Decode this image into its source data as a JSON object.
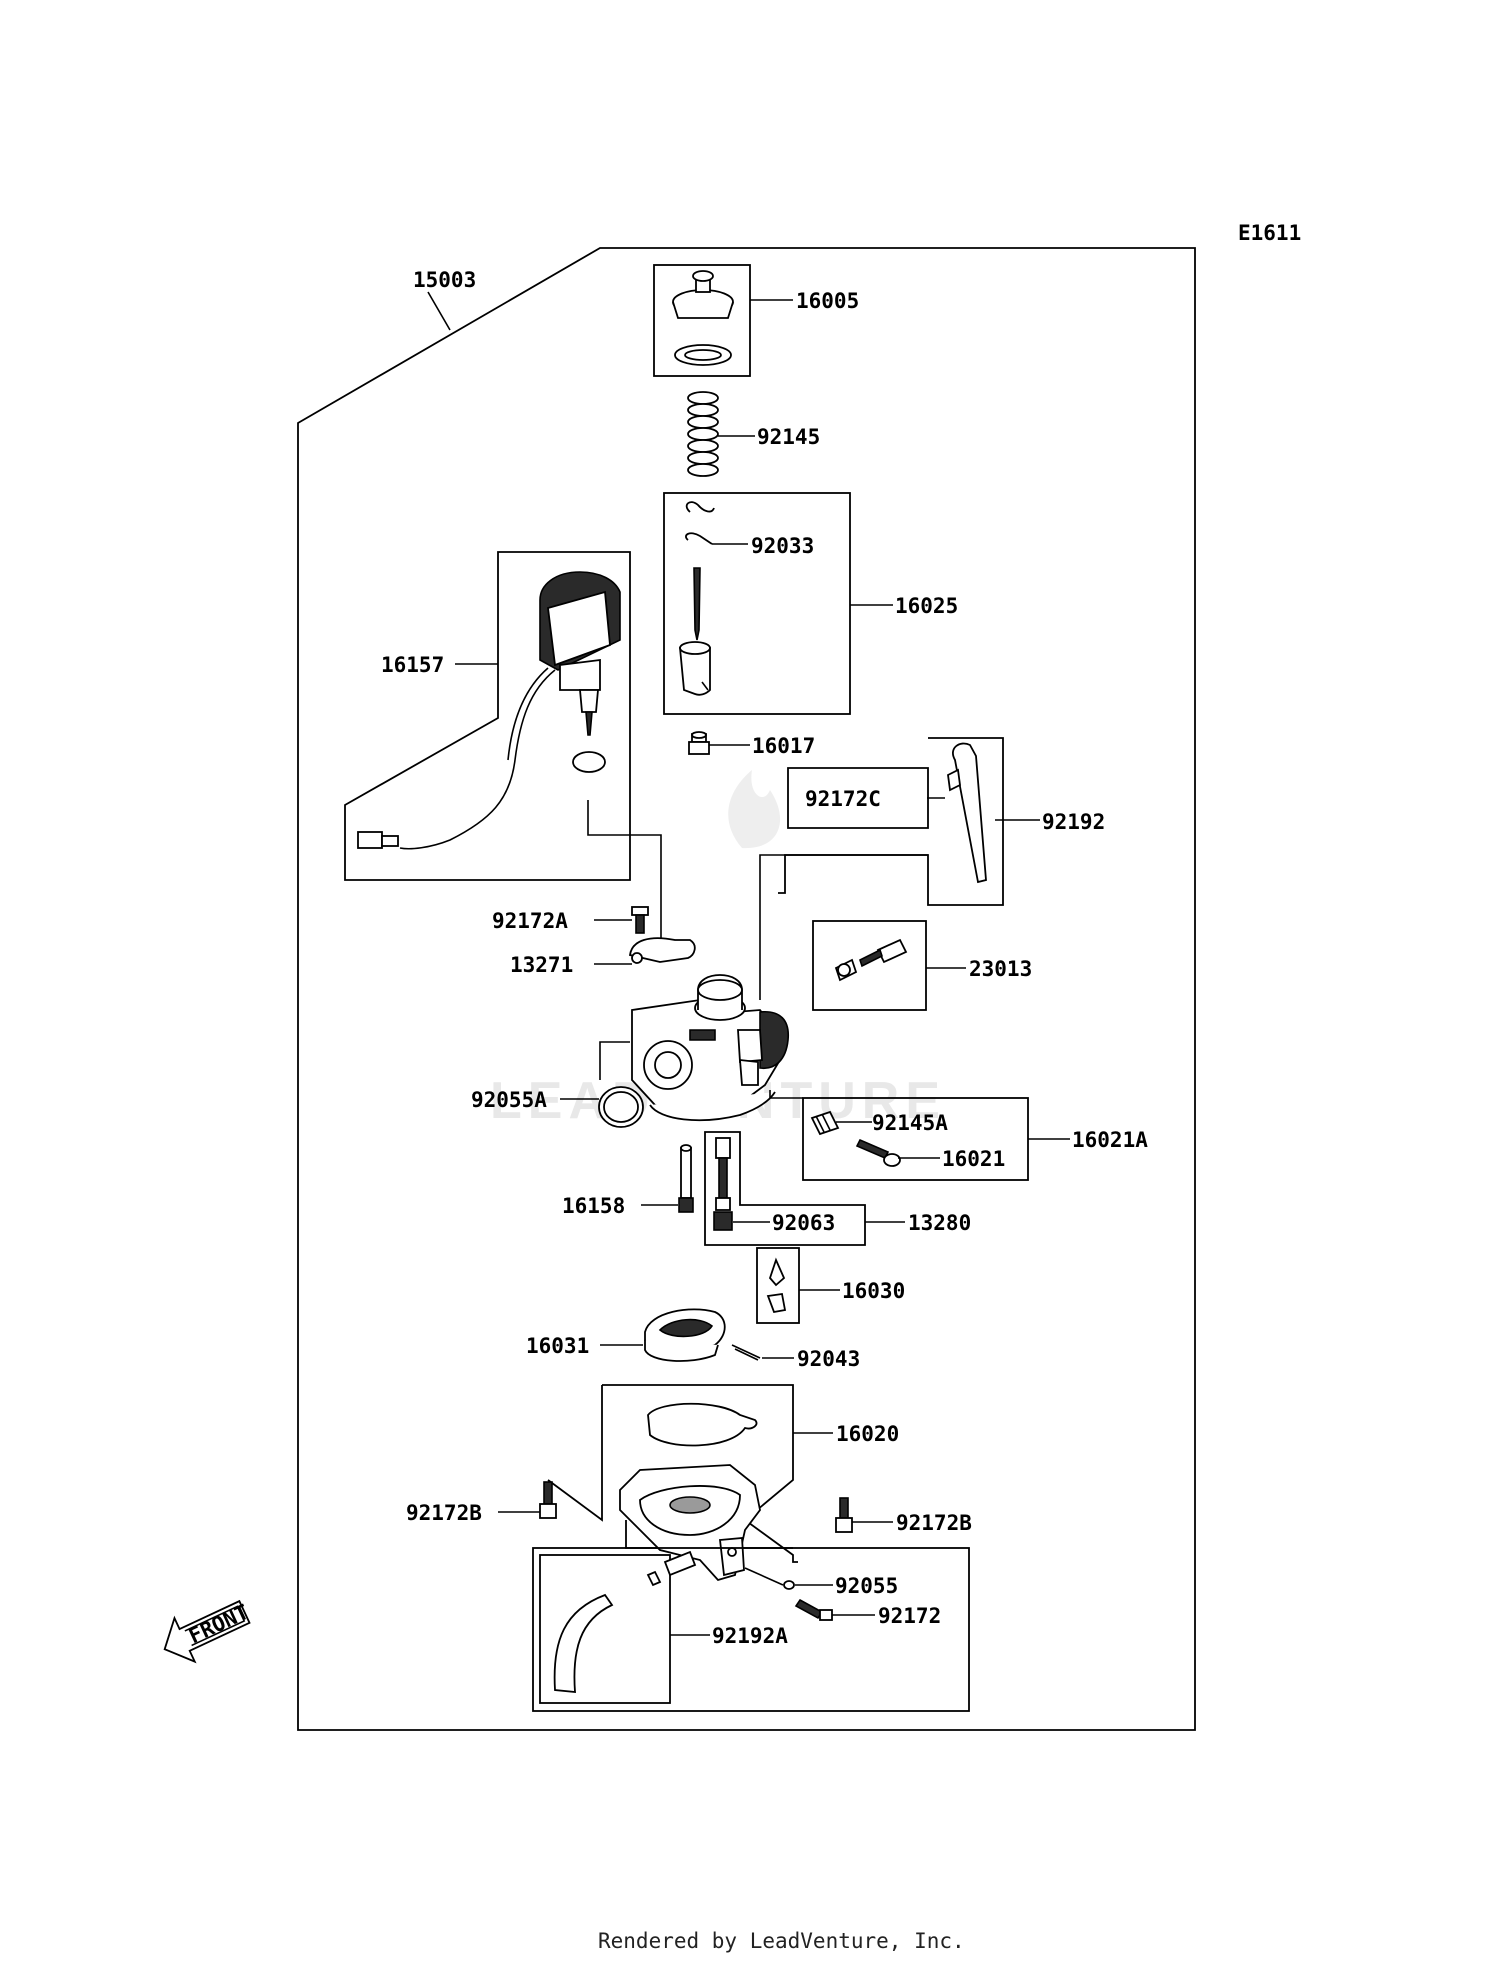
{
  "diagram_code": "E1611",
  "footer": "Rendered by LeadVenture, Inc.",
  "watermark": "LEADVENTURE",
  "front_label": "FRONT",
  "parts": {
    "p15003": "15003",
    "p16005": "16005",
    "p92145": "92145",
    "p92033": "92033",
    "p16025": "16025",
    "p16157": "16157",
    "p16017": "16017",
    "p92172C": "92172C",
    "p92192": "92192",
    "p92172A": "92172A",
    "p13271": "13271",
    "p23013": "23013",
    "p92055A": "92055A",
    "p92145A": "92145A",
    "p16021": "16021",
    "p16021A": "16021A",
    "p16158": "16158",
    "p92063": "92063",
    "p13280": "13280",
    "p16030": "16030",
    "p16031": "16031",
    "p92043": "92043",
    "p16020": "16020",
    "p92172B_left": "92172B",
    "p92172B_right": "92172B",
    "p92055": "92055",
    "p92172": "92172",
    "p92192A": "92192A"
  }
}
